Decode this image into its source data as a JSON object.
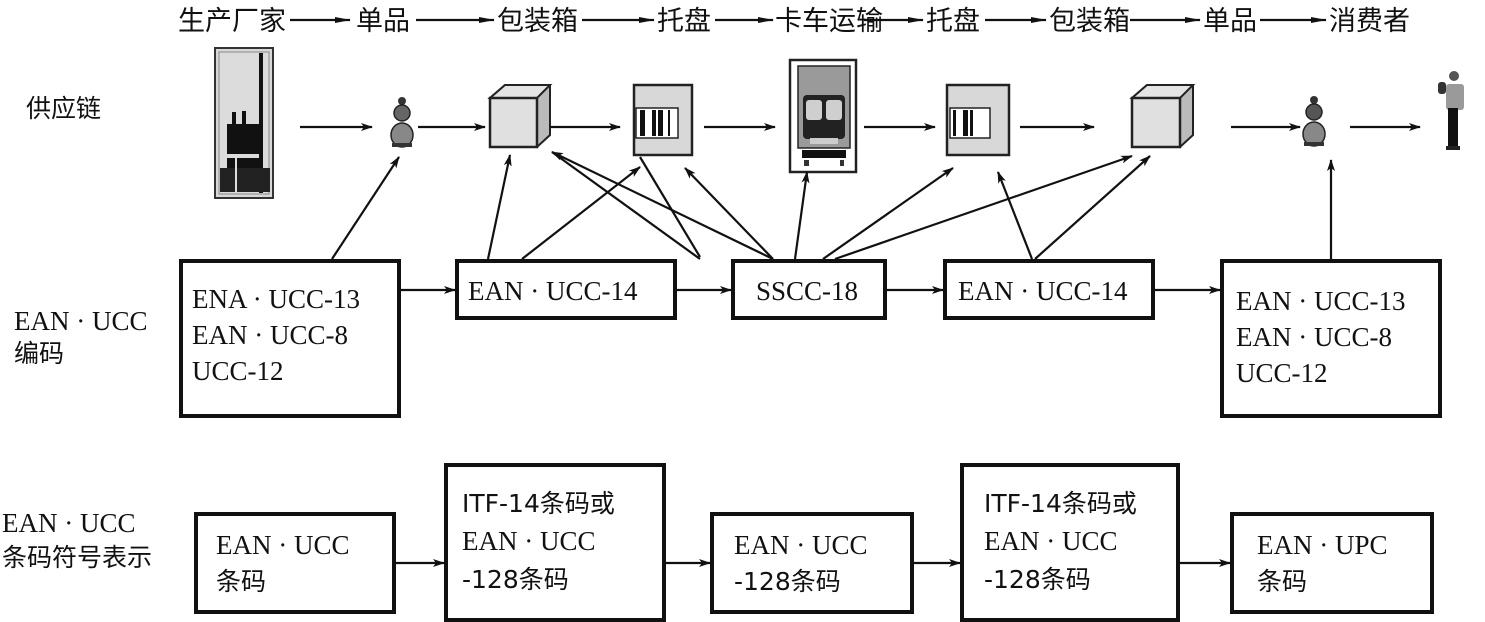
{
  "header_flow": {
    "stages": [
      "生产厂家",
      "单品",
      "包装箱",
      "托盘",
      "卡车运输",
      "托盘",
      "包装箱",
      "单品",
      "消费者"
    ]
  },
  "rows": {
    "supply_chain": {
      "label": "供应链",
      "icons": [
        {
          "name": "factory-icon",
          "stage": "生产厂家"
        },
        {
          "name": "bottle-item-icon",
          "stage": "单品"
        },
        {
          "name": "carton-box-icon",
          "stage": "包装箱"
        },
        {
          "name": "pallet-barcode-icon",
          "stage": "托盘"
        },
        {
          "name": "truck-icon",
          "stage": "卡车运输"
        },
        {
          "name": "pallet-barcode-icon",
          "stage": "托盘"
        },
        {
          "name": "carton-box-icon",
          "stage": "包装箱"
        },
        {
          "name": "bottle-item-icon",
          "stage": "单品"
        },
        {
          "name": "consumer-icon",
          "stage": "消费者"
        }
      ]
    },
    "coding": {
      "label_line1": "EAN · UCC",
      "label_line2": "编码",
      "boxes": [
        {
          "lines": [
            "ENA · UCC-13",
            "EAN · UCC-8",
            "UCC-12"
          ]
        },
        {
          "lines": [
            "EAN · UCC-14"
          ]
        },
        {
          "lines": [
            "SSCC-18"
          ]
        },
        {
          "lines": [
            "EAN · UCC-14"
          ]
        },
        {
          "lines": [
            "EAN · UCC-13",
            "EAN · UCC-8",
            "UCC-12"
          ]
        }
      ]
    },
    "symbology": {
      "label_line1": "EAN · UCC",
      "label_line2": "条码符号表示",
      "boxes": [
        {
          "lines": [
            "EAN · UCC",
            "条码"
          ]
        },
        {
          "lines": [
            "ITF-14条码或",
            "EAN · UCC",
            "-128条码"
          ]
        },
        {
          "lines": [
            "EAN · UCC",
            "-128条码"
          ]
        },
        {
          "lines": [
            "ITF-14条码或",
            "EAN · UCC",
            "-128条码"
          ]
        },
        {
          "lines": [
            "EAN · UPC",
            "条码"
          ]
        }
      ]
    }
  }
}
